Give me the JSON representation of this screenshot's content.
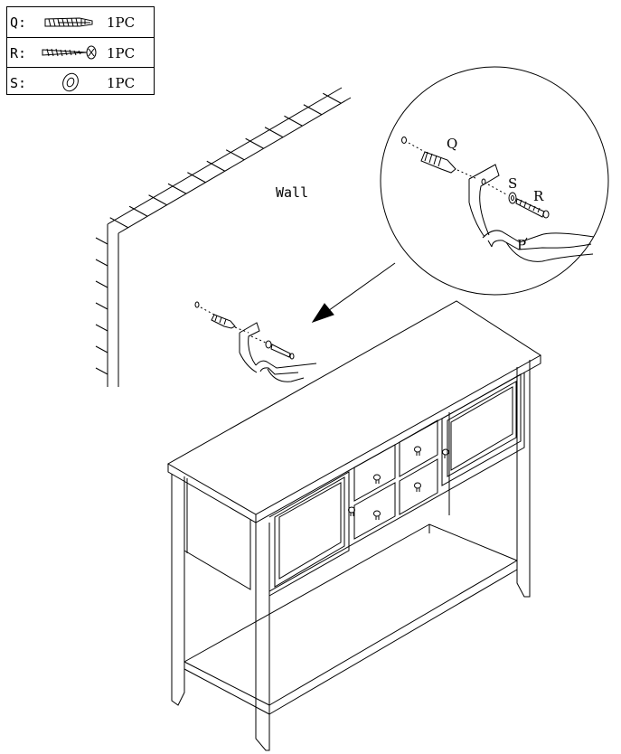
{
  "parts": [
    {
      "letter": "Q:",
      "icon": "wall-anchor-icon",
      "qty": "1PC"
    },
    {
      "letter": "R:",
      "icon": "screw-icon",
      "qty": "1PC"
    },
    {
      "letter": "S:",
      "icon": "washer-icon",
      "qty": "1PC"
    }
  ],
  "labels": {
    "wall": "Wall",
    "q": "Q",
    "s": "S",
    "r": "R",
    "p": "P"
  }
}
